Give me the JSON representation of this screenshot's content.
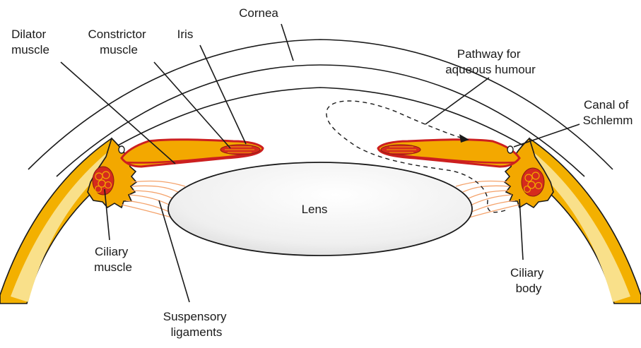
{
  "labels": {
    "cornea": [
      "Cornea"
    ],
    "dilator": [
      "Dilator",
      "muscle"
    ],
    "constrictor": [
      "Constrictor",
      "muscle"
    ],
    "iris": [
      "Iris"
    ],
    "pathway": [
      "Pathway for",
      "aqueous humour"
    ],
    "canal": [
      "Canal of",
      "Schlemm"
    ],
    "lens": [
      "Lens"
    ],
    "ciliary_muscle": [
      "Ciliary",
      "muscle"
    ],
    "ciliary_body": [
      "Ciliary",
      "body"
    ],
    "suspensory": [
      "Suspensory",
      "ligaments"
    ]
  },
  "colors": {
    "sclera_outer": "#f3b000",
    "sclera_band": "#f9e08a",
    "iris_fill": "#f3a800",
    "iris_border": "#cc1f1f",
    "muscle": "#d52a1e",
    "ligament": "#f4a26a",
    "lens_fill": "#eeeeee",
    "outline": "#1a1a1a"
  }
}
